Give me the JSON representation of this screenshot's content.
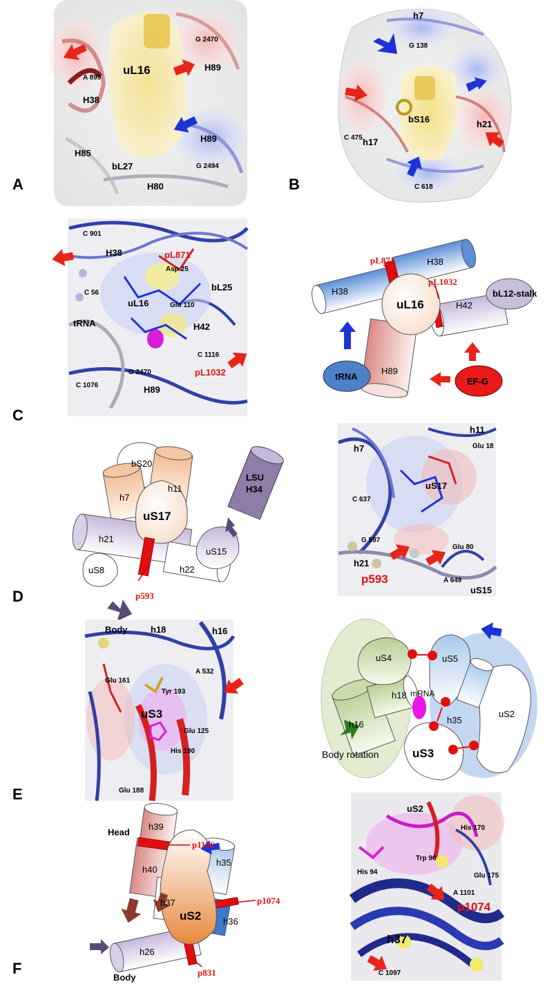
{
  "panels": {
    "A": {
      "letter": "A",
      "labels": {
        "uL16": "uL16",
        "G2470": "G 2470",
        "H89_top": "H89",
        "A899": "A 899",
        "H38": "H38",
        "H89_mid": "H89",
        "H85": "H85",
        "bL27": "bL27",
        "G2494": "G 2494",
        "H80": "H80"
      }
    },
    "B": {
      "letter": "B",
      "labels": {
        "h7": "h7",
        "G138": "G 138",
        "bS16": "bS16",
        "C475": "C 475",
        "h17": "h17",
        "h21": "h21",
        "C618": "C 618"
      }
    },
    "C_left": {
      "letter": "C",
      "labels": {
        "C901": "C 901",
        "H38": "H38",
        "pL871": "pL871",
        "Asp25": "Asp 25",
        "bL25": "bL25",
        "C56": "C 56",
        "uL16": "uL16",
        "Glu110": "Glu 110",
        "tRNA": "tRNA",
        "H42": "H42",
        "C1116": "C 1116",
        "G2470": "G 2470",
        "C1076": "C 1076",
        "H89": "H89",
        "pL1032": "pL1032"
      }
    },
    "C_right": {
      "labels": {
        "pL871": "pL871",
        "H38_left": "H38",
        "H38_right": "H38",
        "uL16": "uL16",
        "pL1032": "pL1032",
        "H42": "H42",
        "bL12stalk": "bL12-stalk",
        "H89": "H89",
        "tRNA": "tRNA",
        "EFG": "EF-G"
      }
    },
    "D_left": {
      "letter": "D",
      "labels": {
        "bS20": "bS20",
        "h7": "h7",
        "h11": "h11",
        "uS17": "uS17",
        "LSU": "LSU",
        "H34": "H34",
        "h21": "h21",
        "uS15": "uS15",
        "h22": "h22",
        "uS8": "uS8",
        "p593": "p593"
      }
    },
    "D_right": {
      "labels": {
        "h11": "h11",
        "h7": "h7",
        "Glu18": "Glu 18",
        "uS17": "uS17",
        "C637": "C 637",
        "G597": "G 597",
        "Glu80": "Glu 80",
        "h21": "h21",
        "p593": "p593",
        "A649": "A 649",
        "uS15": "uS15"
      }
    },
    "E_left": {
      "letter": "E",
      "labels": {
        "Body": "Body",
        "h18": "h18",
        "h16": "h16",
        "A532": "A 532",
        "Glu161": "Glu 161",
        "Tyr193": "Tyr 193",
        "uS3": "uS3",
        "Glu125": "Glu 125",
        "His190": "His 190",
        "Glu188": "Glu 188"
      }
    },
    "E_right": {
      "labels": {
        "uS4": "uS4",
        "uS5": "uS5",
        "h18": "h18",
        "mRNA": "mRNA",
        "h16": "h16",
        "h35": "h35",
        "uS2": "uS2",
        "uS3": "uS3",
        "BodyRotation": "Body rotation"
      }
    },
    "F_left": {
      "letter": "F",
      "labels": {
        "Head": "Head",
        "h39": "h39",
        "p1156": "p1156",
        "h40": "h40",
        "h35": "h35",
        "p1074": "p1074",
        "h37": "h37",
        "uS2": "uS2",
        "h36": "h36",
        "h26": "h26",
        "Body": "Body",
        "p831": "p831"
      }
    },
    "F_right": {
      "labels": {
        "uS2": "uS2",
        "His170": "His 170",
        "Trp96": "Trp 96",
        "His94": "His 94",
        "Glu175": "Glu 175",
        "A1101": "A 1101",
        "p1074": "p1074",
        "h37": "h37",
        "C1097": "C 1097"
      }
    }
  },
  "colors": {
    "red_arrow": "#e8231a",
    "blue_arrow": "#1d33d6",
    "purple_arrow": "#5a4a78",
    "brown_arrow": "#8a3a2e",
    "green_arrow": "#2e7a1c",
    "mutation_red": "#e01010"
  }
}
